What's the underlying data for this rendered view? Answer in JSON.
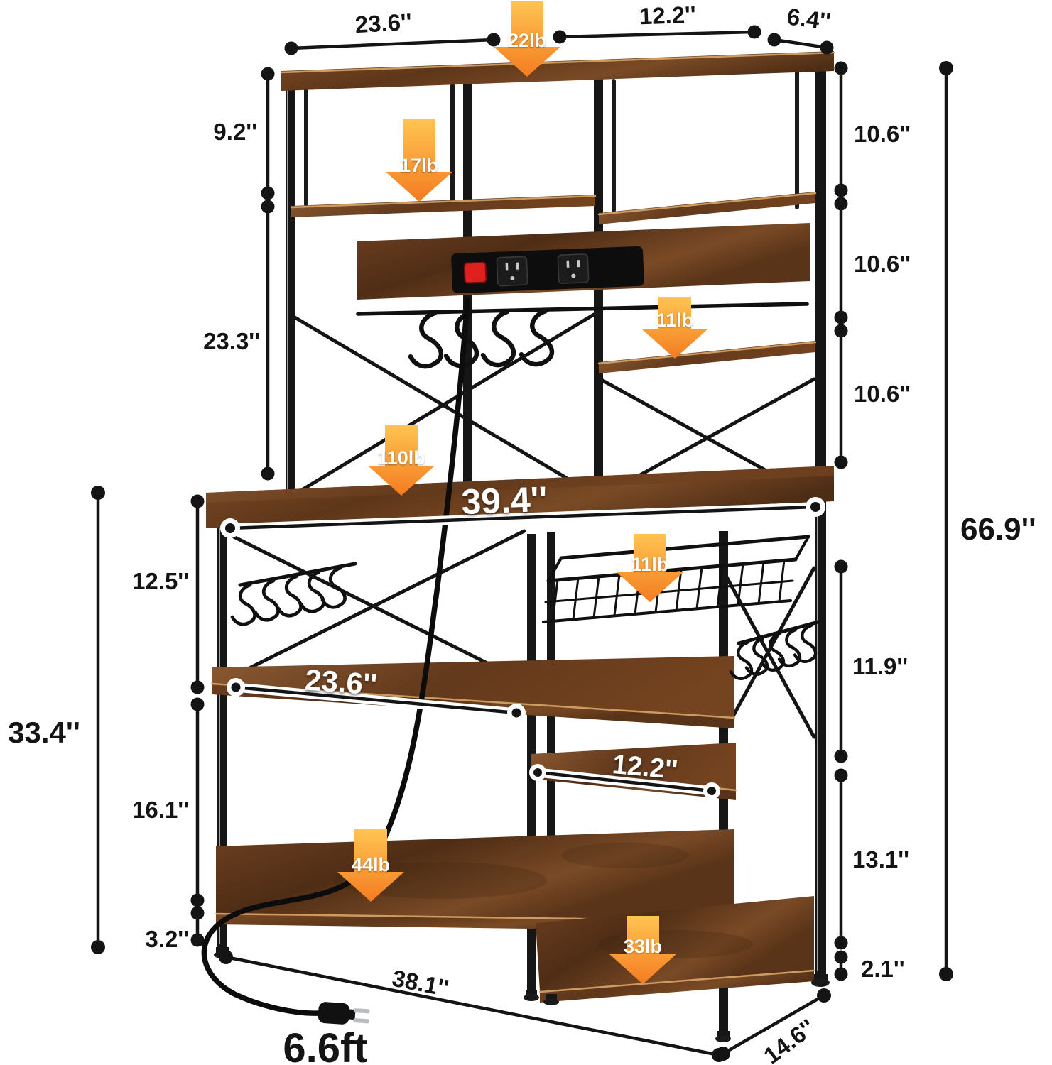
{
  "figure": {
    "type": "product-dimension-diagram",
    "subject": "bakers rack with hutch, hooks, wire basket and power strip",
    "background": "#ffffff"
  },
  "colors": {
    "frame": "#161616",
    "wood_light": "#8a5a32",
    "wood_mid": "#70421f",
    "wood_dark": "#53301a",
    "edge_light": "#d7a569",
    "arrow_top": "#FFC452",
    "arrow_bottom": "#F47C20",
    "dimension_text": "#141414",
    "label_on_wood": "#ffffff",
    "outlet_switch_red": "#e0201e"
  },
  "dimensions": {
    "top_left_width": "23.6''",
    "top_right_width": "12.2''",
    "top_depth": "6.4''",
    "hutch_top_gap": "9.2''",
    "hutch_mid_gap": "23.3''",
    "right_gap_1": "10.6''",
    "right_gap_2": "10.6''",
    "right_gap_3": "10.6''",
    "total_height": "66.9''",
    "counter_width": "39.4''",
    "base_gap_upper": "12.5''",
    "base_gap_lower": "16.1''",
    "base_clearance": "3.2''",
    "base_height": "33.4''",
    "mid_shelf_width": "23.6''",
    "right_shelf_width": "12.2''",
    "right_gap_4": "11.9''",
    "right_gap_5": "13.1''",
    "foot_height": "2.1''",
    "base_width": "38.1''",
    "base_depth": "14.6''",
    "cord_length": "6.6ft"
  },
  "load_capacities": {
    "top_shelf": "22lb",
    "hutch_shelf": "17lb",
    "upper_right_shelf": "11lb",
    "countertop": "110lb",
    "wire_basket": "11lb",
    "bottom_left_shelf": "44lb",
    "bottom_right_shelf": "33lb"
  }
}
